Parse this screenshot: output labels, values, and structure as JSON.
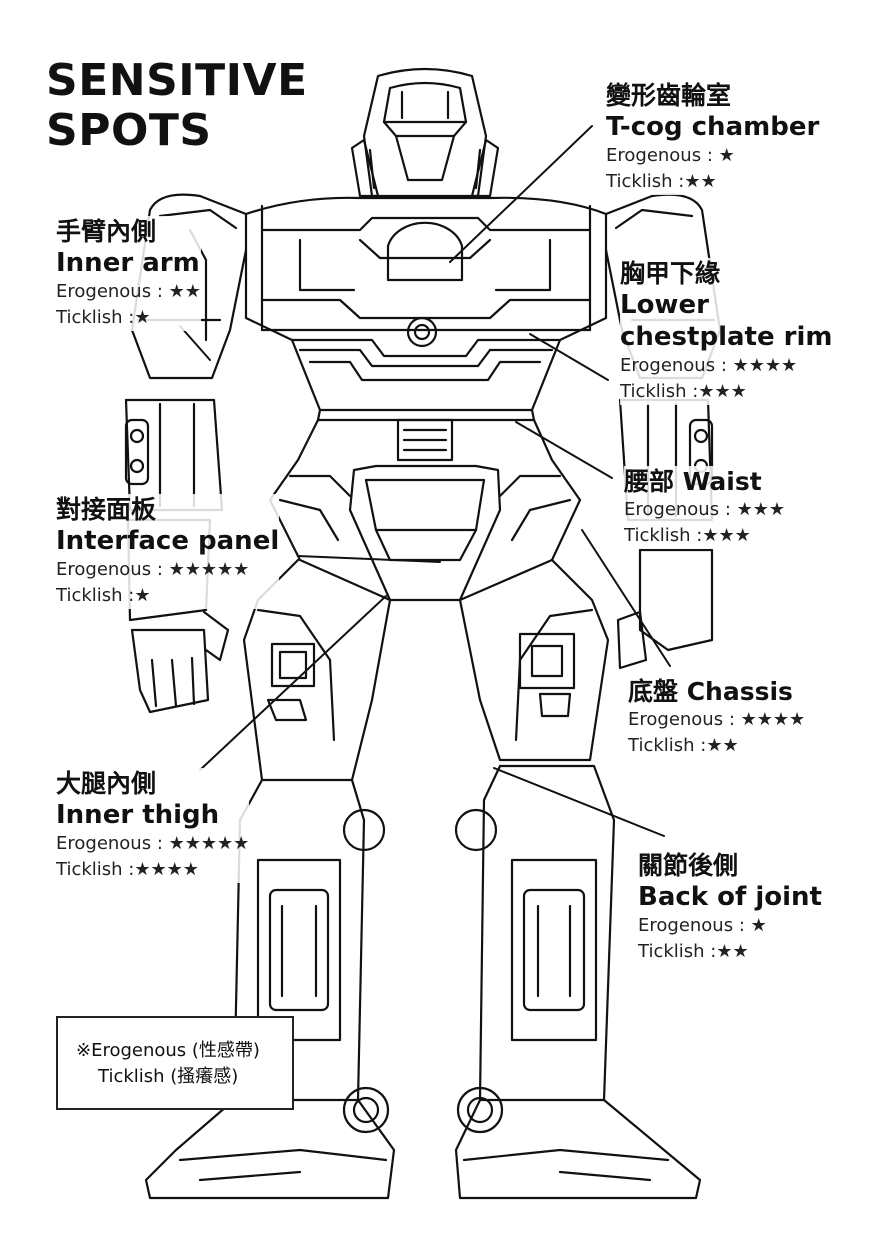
{
  "title": {
    "line1": "SENSITIVE",
    "line2": "SPOTS"
  },
  "labels": [
    {
      "id": "t-cog",
      "zh": "變形齒輪室",
      "en": "T-cog chamber",
      "erogenous": "Erogenous : ★",
      "ticklish": "Ticklish :★★"
    },
    {
      "id": "inner-arm",
      "zh": "手臂內側",
      "en": "Inner arm",
      "erogenous": "Erogenous : ★★",
      "ticklish": "Ticklish :★"
    },
    {
      "id": "chestplate",
      "zh": "胸甲下緣",
      "en": "Lower",
      "en2": "chestplate rim",
      "erogenous": "Erogenous : ★★★★",
      "ticklish": "Ticklish :★★★"
    },
    {
      "id": "waist",
      "zh": "腰部 Waist",
      "erogenous": "Erogenous : ★★★",
      "ticklish": "Ticklish :★★★"
    },
    {
      "id": "interface",
      "zh": "對接面板",
      "en": "Interface panel",
      "erogenous": "Erogenous : ★★★★★",
      "ticklish": "Ticklish :★"
    },
    {
      "id": "chassis",
      "zh": "底盤 Chassis",
      "erogenous": "Erogenous : ★★★★",
      "ticklish": "Ticklish :★★"
    },
    {
      "id": "inner-thigh",
      "zh": "大腿內側",
      "en": "Inner thigh",
      "erogenous": "Erogenous : ★★★★★",
      "ticklish": "Ticklish :★★★★"
    },
    {
      "id": "joint",
      "zh": "關節後側",
      "en": "Back of joint",
      "erogenous": "Erogenous : ★",
      "ticklish": "Ticklish :★★"
    }
  ],
  "legend": {
    "line1": "※Erogenous (性感帶)",
    "line2": "Ticklish (搔癢感)"
  }
}
